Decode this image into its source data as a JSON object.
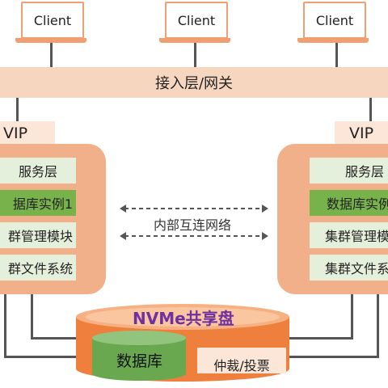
{
  "clients": [
    "Client",
    "Client",
    "Client"
  ],
  "gateway": {
    "label": "接入层/网关"
  },
  "left_node": {
    "vip": "VIP",
    "modules": [
      "服务层",
      "据库实例1",
      "群管理模块",
      "群文件系统"
    ]
  },
  "right_node": {
    "vip": "VIP",
    "modules": [
      "服务层",
      "数据库实例",
      "集群管理模",
      "集群文件系"
    ]
  },
  "network": {
    "label": "内部互连网络"
  },
  "shared_disk": {
    "title": "NVMe共享盘",
    "database": "数据库",
    "arbitration": "仲裁/投票"
  },
  "colors": {
    "accent_orange": "#f0a070",
    "panel_orange": "#f2b08a",
    "module_green": "#e5f0dc",
    "active_green": "#77b24a",
    "disk_orange": "#ee7f3c",
    "title_purple": "#7030a0"
  }
}
